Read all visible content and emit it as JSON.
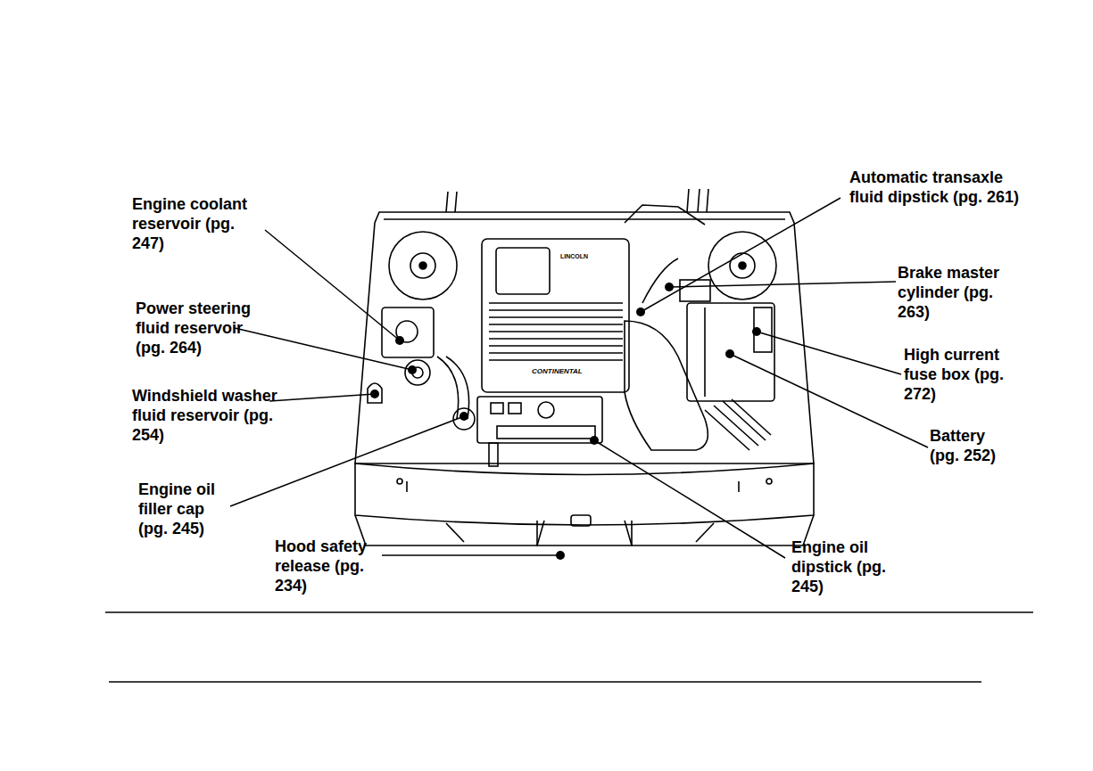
{
  "diagram": {
    "labels": [
      "Engine coolant reservoir (pg. 247)",
      "Power steering fluid reservoir (pg. 264)",
      "Windshield washer fluid reservoir (pg. 254)",
      "Engine oil filler cap (pg. 245)",
      "Hood safety release (pg. 234)",
      "Automatic transaxle fluid dipstick (pg. 261)",
      "Brake master cylinder (pg. 263)",
      "High current fuse box (pg. 272)",
      "Battery (pg. 252)",
      "Engine oil dipstick (pg. 245)",
      "LINCOLN",
      "CONTINENTAL"
    ]
  }
}
